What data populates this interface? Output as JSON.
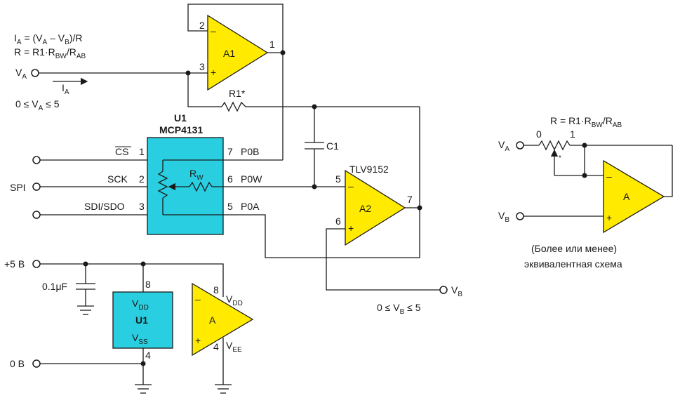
{
  "formulas": {
    "ia_I": "I",
    "ia_sub": "A",
    "ia_rest1": " = (V",
    "ia_sub2": "A",
    "ia_rest2": " – V",
    "ia_sub3": "B",
    "ia_rest3": ")/R",
    "r_main": "R = R1·R",
    "r_sub1": "BW",
    "r_mid": "/R",
    "r_sub2": "AB"
  },
  "inputs": {
    "va_V": "V",
    "va_sub": "A",
    "ia_I": "I",
    "ia_sub": "A",
    "va_range_a": "0 ≤ V",
    "va_range_sub": "A",
    "va_range_b": " ≤ 5",
    "vb_V": "V",
    "vb_sub": "B",
    "vb_range_a": "0 ≤ V",
    "vb_range_sub": "B",
    "vb_range_b": " ≤ 5",
    "spi": "SPI",
    "vplus": "+5 В",
    "zero": "0 В",
    "cap_value": "0.1μF"
  },
  "u1": {
    "name": "U1",
    "part": "MCP4131",
    "pins_left": [
      "CS",
      "1",
      "SCK",
      "2",
      "SDI/SDO",
      "3"
    ],
    "pins_right": [
      "7",
      "P0B",
      "6",
      "P0W",
      "5",
      "P0A"
    ],
    "rw_R": "R",
    "rw_sub": "W"
  },
  "a1": {
    "name": "A1",
    "in_minus": "2",
    "in_plus": "3",
    "out": "1",
    "minus": "–",
    "plus": "+"
  },
  "a2": {
    "name": "A2",
    "part": "TLV9152",
    "in_minus": "5",
    "in_plus": "6",
    "out": "7",
    "minus": "–",
    "plus": "+"
  },
  "passives": {
    "r1": "R1*",
    "c1": "C1"
  },
  "power": {
    "u1_vdd_V": "V",
    "u1_vdd_sub": "DD",
    "u1_vss_V": "V",
    "u1_vss_sub": "SS",
    "u1_name": "U1",
    "pin8": "8",
    "pin4": "4",
    "opamp_name": "A",
    "opamp_vdd_V": "V",
    "opamp_vdd_sub": "DD",
    "opamp_vee_V": "V",
    "opamp_vee_sub": "EE",
    "op_pin8": "8",
    "op_pin4": "4",
    "minus": "–",
    "plus": "+"
  },
  "equivalent": {
    "r_main": "R = R1·R",
    "r_sub1": "BW",
    "r_mid": "/R",
    "r_sub2": "AB",
    "va_V": "V",
    "va_sub": "A",
    "vb_V": "V",
    "vb_sub": "B",
    "tap0": "0",
    "tap1": "1",
    "star": "*",
    "amp": "A",
    "minus": "–",
    "plus": "+",
    "caption1": "(Более или менее)",
    "caption2": "эквивалентная схема"
  }
}
